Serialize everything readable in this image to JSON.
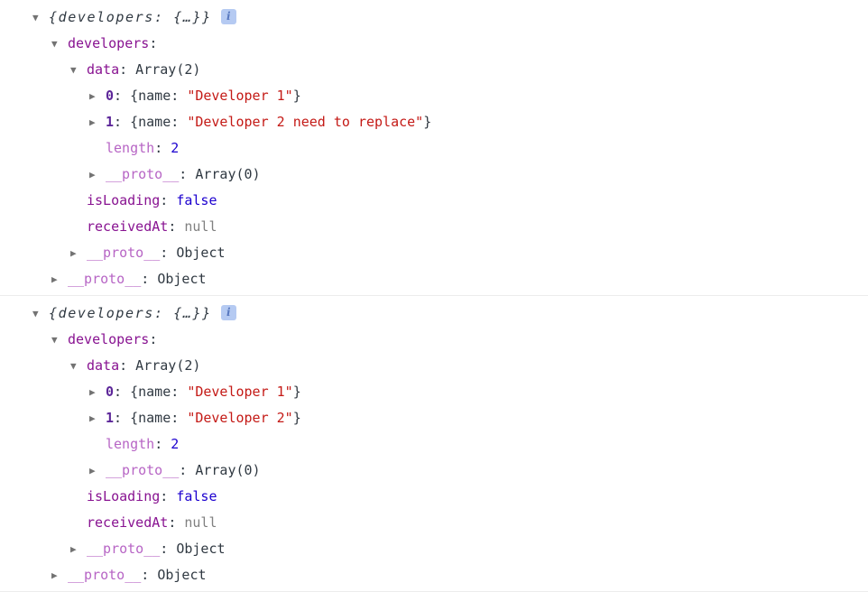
{
  "console": {
    "colors": {
      "key": "#881391",
      "index": "#5c2699",
      "dim": "#b765c5",
      "punct": "#303942",
      "string": "#c41a16",
      "number": "#1c00cf",
      "null": "#808080",
      "arrow": "#737373",
      "info_bg": "#b5caf2",
      "info_fg": "#5878bf",
      "separator": "#ececec"
    },
    "arrow_glyphs": {
      "down": "▼",
      "right": "▶",
      "none": ""
    },
    "info_icon": {
      "glyph": "i"
    },
    "entries": [
      {
        "rows": [
          {
            "depth": 0,
            "arrow": "down",
            "info": true,
            "segments": [
              [
                "preview",
                "{developers: {…}}"
              ]
            ]
          },
          {
            "depth": 1,
            "arrow": "down",
            "segments": [
              [
                "key",
                "developers"
              ],
              [
                "punct",
                ":"
              ]
            ]
          },
          {
            "depth": 2,
            "arrow": "down",
            "segments": [
              [
                "key",
                "data"
              ],
              [
                "punct",
                ": Array(2)"
              ]
            ]
          },
          {
            "depth": 3,
            "arrow": "right",
            "segments": [
              [
                "index",
                "0"
              ],
              [
                "punct",
                ": {name: "
              ],
              [
                "str",
                "\"Developer 1\""
              ],
              [
                "punct",
                "}"
              ]
            ]
          },
          {
            "depth": 3,
            "arrow": "right",
            "segments": [
              [
                "index",
                "1"
              ],
              [
                "punct",
                ": {name: "
              ],
              [
                "str",
                "\"Developer 2 need to replace\""
              ],
              [
                "punct",
                "}"
              ]
            ]
          },
          {
            "depth": 3,
            "arrow": "none",
            "segments": [
              [
                "dim",
                "length"
              ],
              [
                "punct",
                ": "
              ],
              [
                "num",
                "2"
              ]
            ]
          },
          {
            "depth": 3,
            "arrow": "right",
            "segments": [
              [
                "dim",
                "__proto__"
              ],
              [
                "punct",
                ": Array(0)"
              ]
            ]
          },
          {
            "depth": 2,
            "arrow": "none",
            "segments": [
              [
                "key",
                "isLoading"
              ],
              [
                "punct",
                ": "
              ],
              [
                "num",
                "false"
              ]
            ]
          },
          {
            "depth": 2,
            "arrow": "none",
            "segments": [
              [
                "key",
                "receivedAt"
              ],
              [
                "punct",
                ": "
              ],
              [
                "null",
                "null"
              ]
            ]
          },
          {
            "depth": 2,
            "arrow": "right",
            "segments": [
              [
                "dim",
                "__proto__"
              ],
              [
                "punct",
                ": Object"
              ]
            ]
          },
          {
            "depth": 1,
            "arrow": "right",
            "segments": [
              [
                "dim",
                "__proto__"
              ],
              [
                "punct",
                ": Object"
              ]
            ]
          }
        ]
      },
      {
        "rows": [
          {
            "depth": 0,
            "arrow": "down",
            "info": true,
            "segments": [
              [
                "preview",
                "{developers: {…}}"
              ]
            ]
          },
          {
            "depth": 1,
            "arrow": "down",
            "segments": [
              [
                "key",
                "developers"
              ],
              [
                "punct",
                ":"
              ]
            ]
          },
          {
            "depth": 2,
            "arrow": "down",
            "segments": [
              [
                "key",
                "data"
              ],
              [
                "punct",
                ": Array(2)"
              ]
            ]
          },
          {
            "depth": 3,
            "arrow": "right",
            "segments": [
              [
                "index",
                "0"
              ],
              [
                "punct",
                ": {name: "
              ],
              [
                "str",
                "\"Developer 1\""
              ],
              [
                "punct",
                "}"
              ]
            ]
          },
          {
            "depth": 3,
            "arrow": "right",
            "segments": [
              [
                "index",
                "1"
              ],
              [
                "punct",
                ": {name: "
              ],
              [
                "str",
                "\"Developer 2\""
              ],
              [
                "punct",
                "}"
              ]
            ]
          },
          {
            "depth": 3,
            "arrow": "none",
            "segments": [
              [
                "dim",
                "length"
              ],
              [
                "punct",
                ": "
              ],
              [
                "num",
                "2"
              ]
            ]
          },
          {
            "depth": 3,
            "arrow": "right",
            "segments": [
              [
                "dim",
                "__proto__"
              ],
              [
                "punct",
                ": Array(0)"
              ]
            ]
          },
          {
            "depth": 2,
            "arrow": "none",
            "segments": [
              [
                "key",
                "isLoading"
              ],
              [
                "punct",
                ": "
              ],
              [
                "num",
                "false"
              ]
            ]
          },
          {
            "depth": 2,
            "arrow": "none",
            "segments": [
              [
                "key",
                "receivedAt"
              ],
              [
                "punct",
                ": "
              ],
              [
                "null",
                "null"
              ]
            ]
          },
          {
            "depth": 2,
            "arrow": "right",
            "segments": [
              [
                "dim",
                "__proto__"
              ],
              [
                "punct",
                ": Object"
              ]
            ]
          },
          {
            "depth": 1,
            "arrow": "right",
            "segments": [
              [
                "dim",
                "__proto__"
              ],
              [
                "punct",
                ": Object"
              ]
            ]
          }
        ]
      }
    ]
  }
}
